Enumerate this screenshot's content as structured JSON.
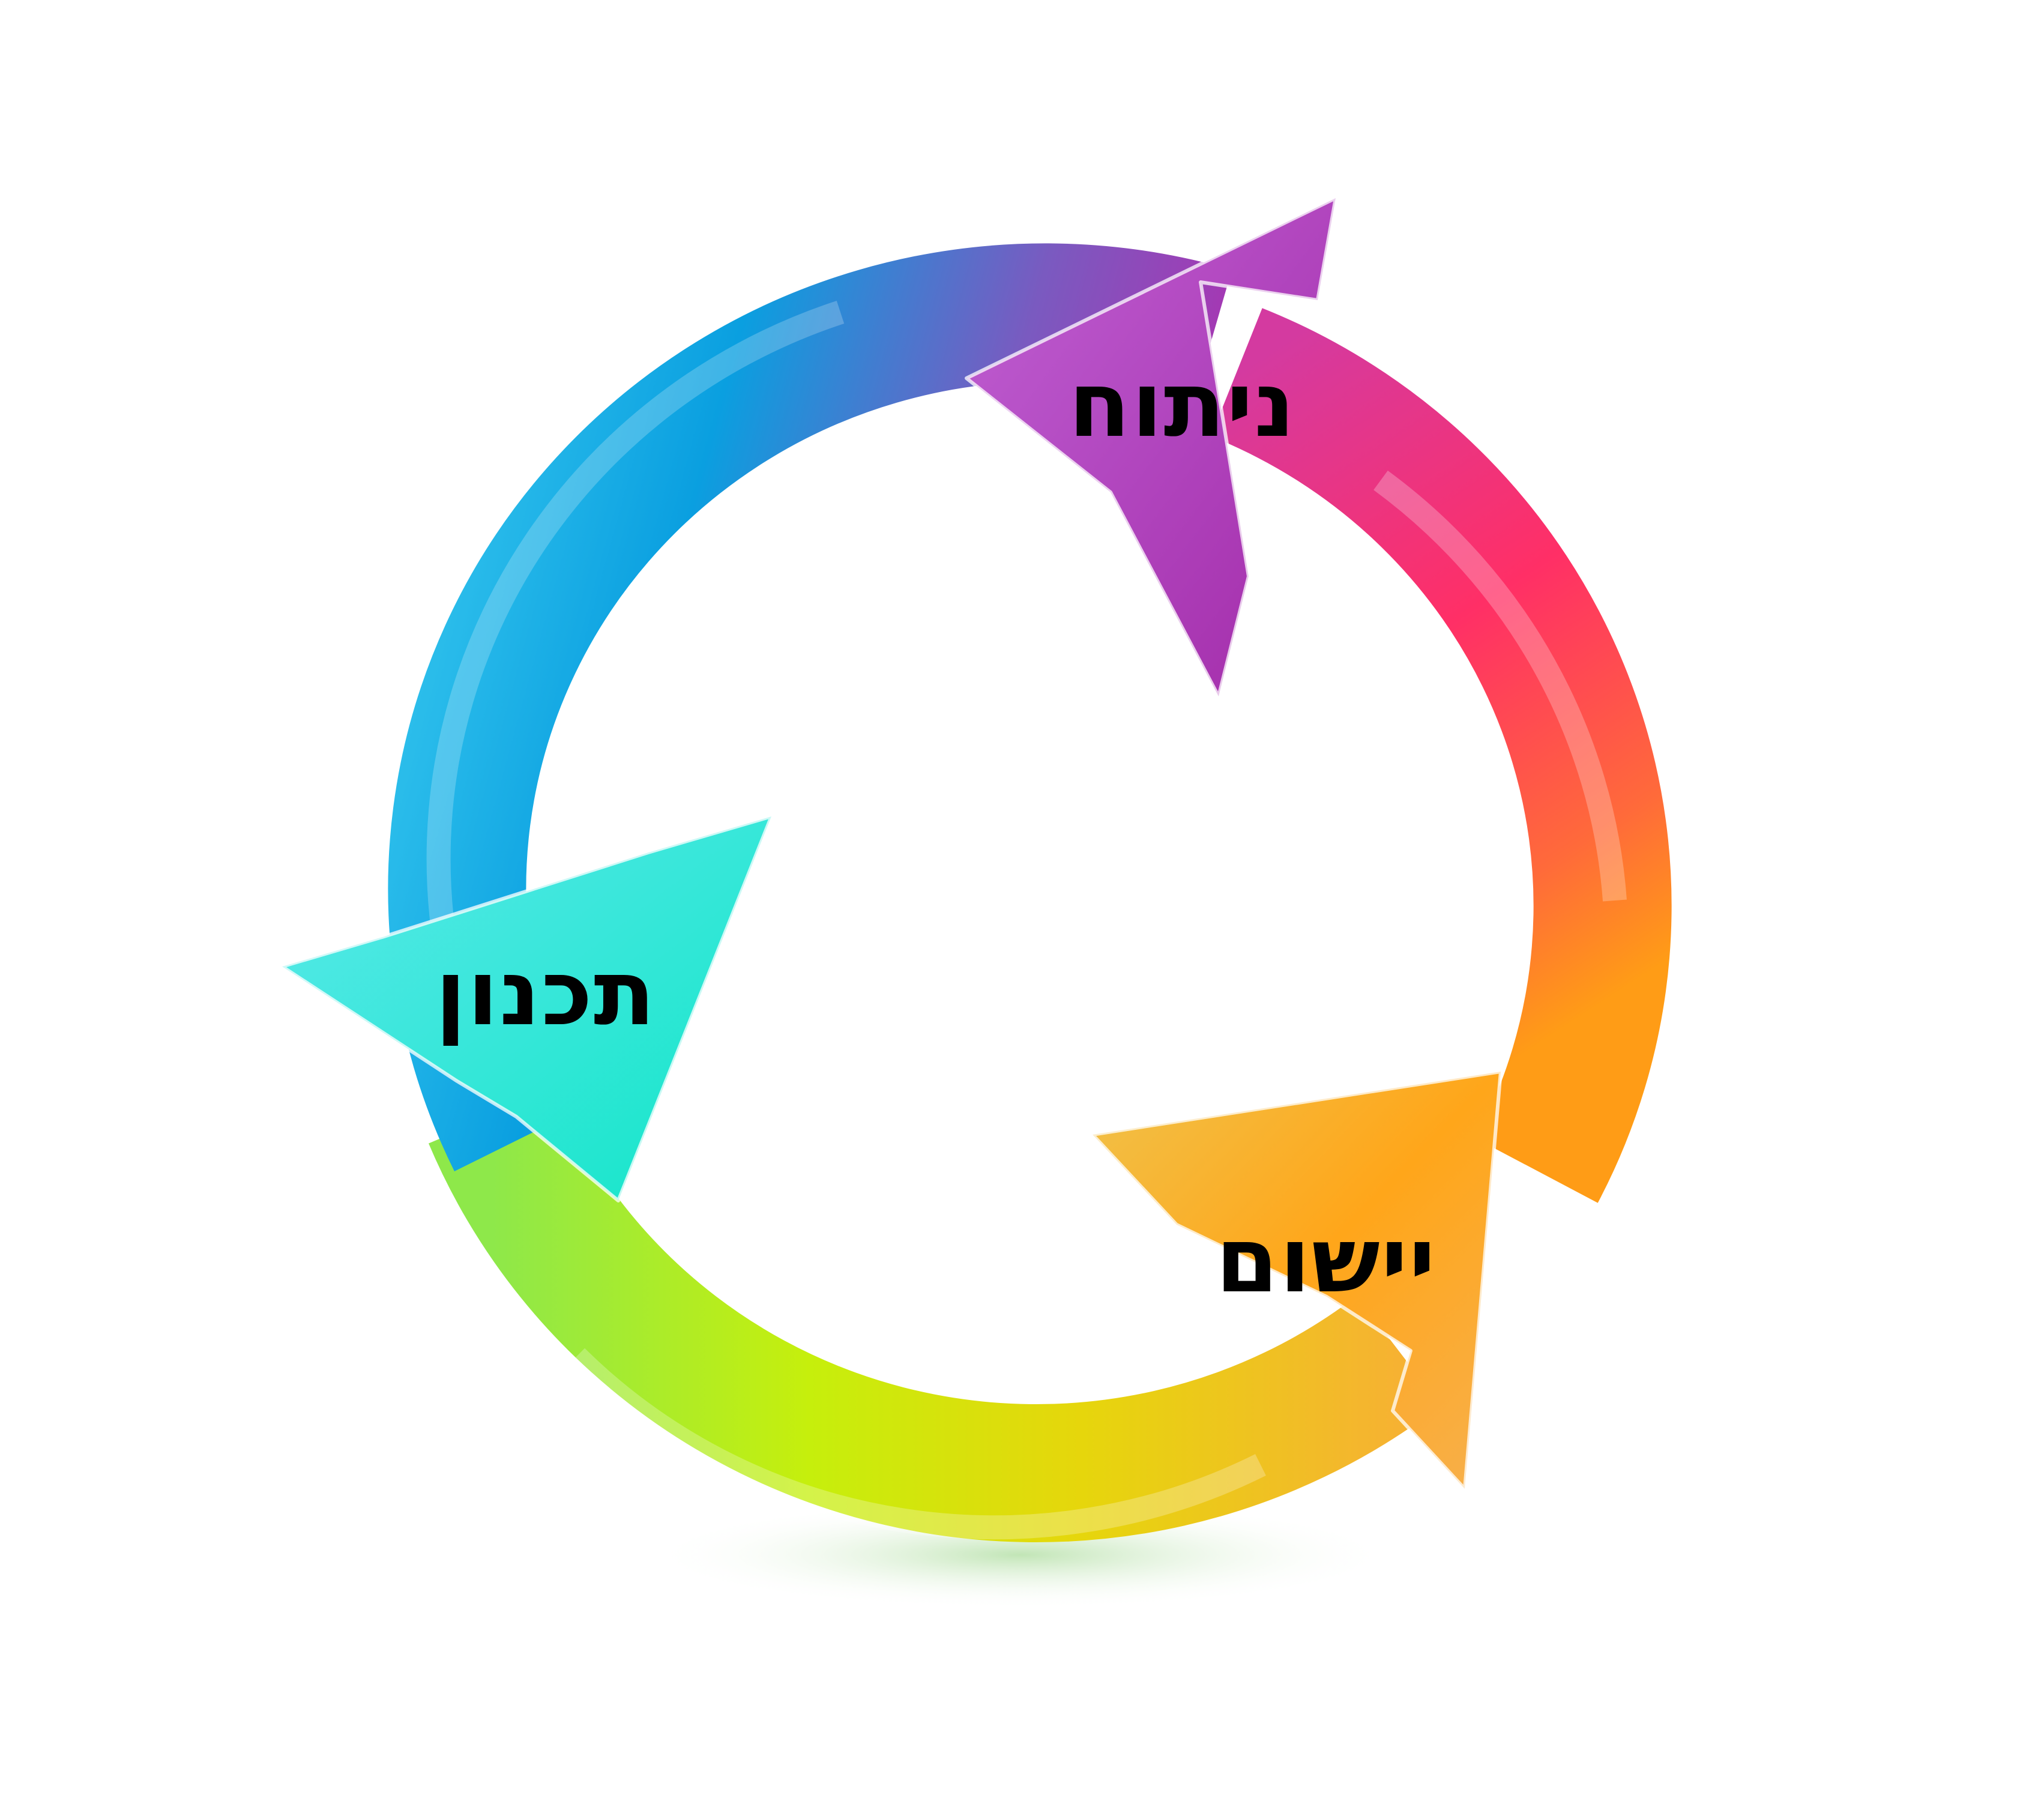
{
  "diagram": {
    "stages": [
      {
        "id": "analysis",
        "label": "ניתוח",
        "color_start": "#0aa1e0",
        "color_end": "#b02fb0"
      },
      {
        "id": "implementation",
        "label": "יישום",
        "color_start": "#ff2f66",
        "color_end": "#ff9c16"
      },
      {
        "id": "planning",
        "label": "תכנון",
        "color_start": "#c6ef0c",
        "color_end": "#1ee9d6"
      }
    ],
    "background": "#ffffff",
    "label_color": "#000000"
  }
}
